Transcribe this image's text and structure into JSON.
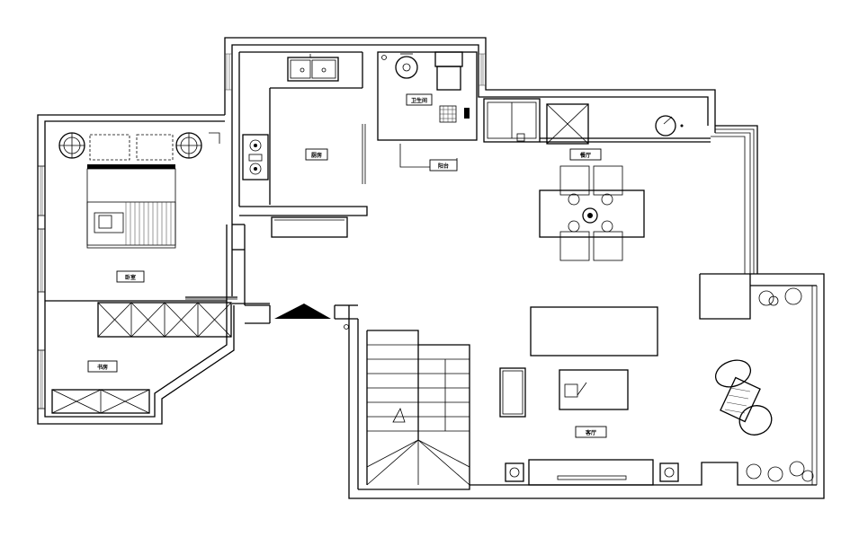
{
  "floor_plan": {
    "rooms": [
      {
        "id": "kitchen",
        "label": "厨房"
      },
      {
        "id": "bathroom",
        "label": "卫生间"
      },
      {
        "id": "dining",
        "label": "餐厅"
      },
      {
        "id": "bedroom",
        "label": "卧室"
      },
      {
        "id": "study",
        "label": "书房"
      },
      {
        "id": "living",
        "label": "客厅"
      },
      {
        "id": "laundry",
        "label": "阳台"
      }
    ]
  }
}
